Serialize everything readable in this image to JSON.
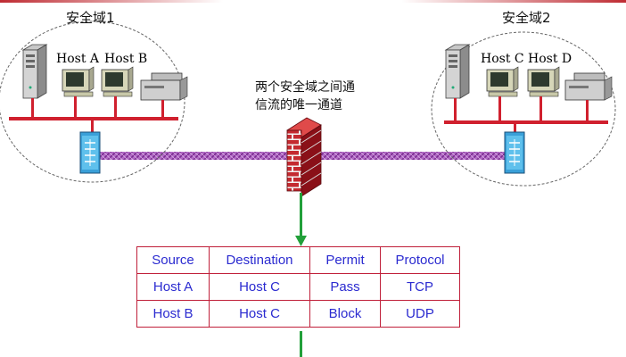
{
  "zones": [
    {
      "title": "安全域1",
      "hosts": [
        "Host A",
        "Host B"
      ]
    },
    {
      "title": "安全域2",
      "hosts": [
        "Host C",
        "Host D"
      ]
    }
  ],
  "firewall_note": [
    "两个安全域之间通",
    "信流的唯一通道"
  ],
  "colors": {
    "lan_bus": "#d0202e",
    "trunk": "#9a3fb0",
    "arrow": "#22a03a",
    "table_border": "#c0203a",
    "table_text": "#2b2bd0",
    "firewall_brick": "#b8202a",
    "header_stripe": "#b8141c"
  },
  "icons": [
    "server-icon",
    "computer-icon",
    "printer-icon",
    "switch-icon",
    "firewall-icon"
  ],
  "acl_table": {
    "headers": [
      "Source",
      "Destination",
      "Permit",
      "Protocol"
    ],
    "rows": [
      [
        "Host A",
        "Host C",
        "Pass",
        "TCP"
      ],
      [
        "Host B",
        "Host C",
        "Block",
        "UDP"
      ]
    ]
  }
}
